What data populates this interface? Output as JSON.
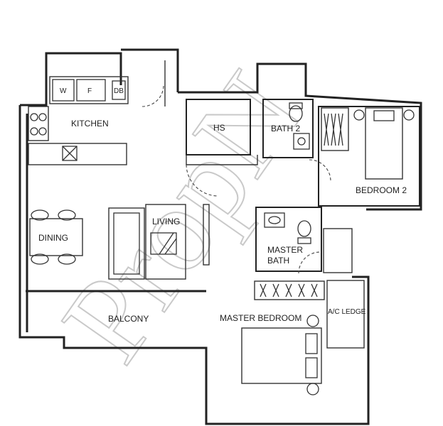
{
  "rooms": {
    "kitchen": "KITCHEN",
    "hs": "HS",
    "bath2": "BATH 2",
    "bedroom2": "BEDROOM 2",
    "dining": "DINING",
    "living": "LIVING",
    "master_bath_l1": "MASTER",
    "master_bath_l2": "BATH",
    "balcony": "BALCONY",
    "master_bedroom": "MASTER BEDROOM",
    "ac_ledge": "A/C LEDGE"
  },
  "appliances": {
    "washer": "W",
    "fridge": "F",
    "db": "DB"
  },
  "watermark": "PropN"
}
